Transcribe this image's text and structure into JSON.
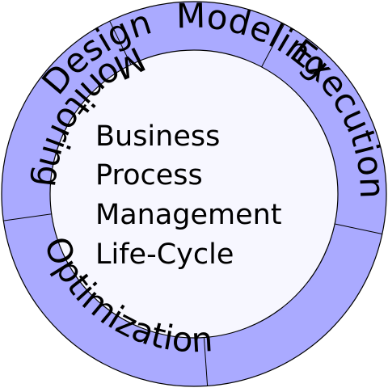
{
  "colors": {
    "ring_fill": "#aaaaff",
    "center_fill": "#f7f7ff",
    "stroke": "#000000",
    "text": "#000000"
  },
  "ring": {
    "segments": [
      {
        "label": "Modeling"
      },
      {
        "label": "Execution"
      },
      {
        "label": "Monitoring"
      },
      {
        "label": "Optimization"
      },
      {
        "label": "Design"
      }
    ]
  },
  "center": {
    "lines": [
      "Business",
      "Process",
      "Management",
      "Life-Cycle"
    ]
  }
}
